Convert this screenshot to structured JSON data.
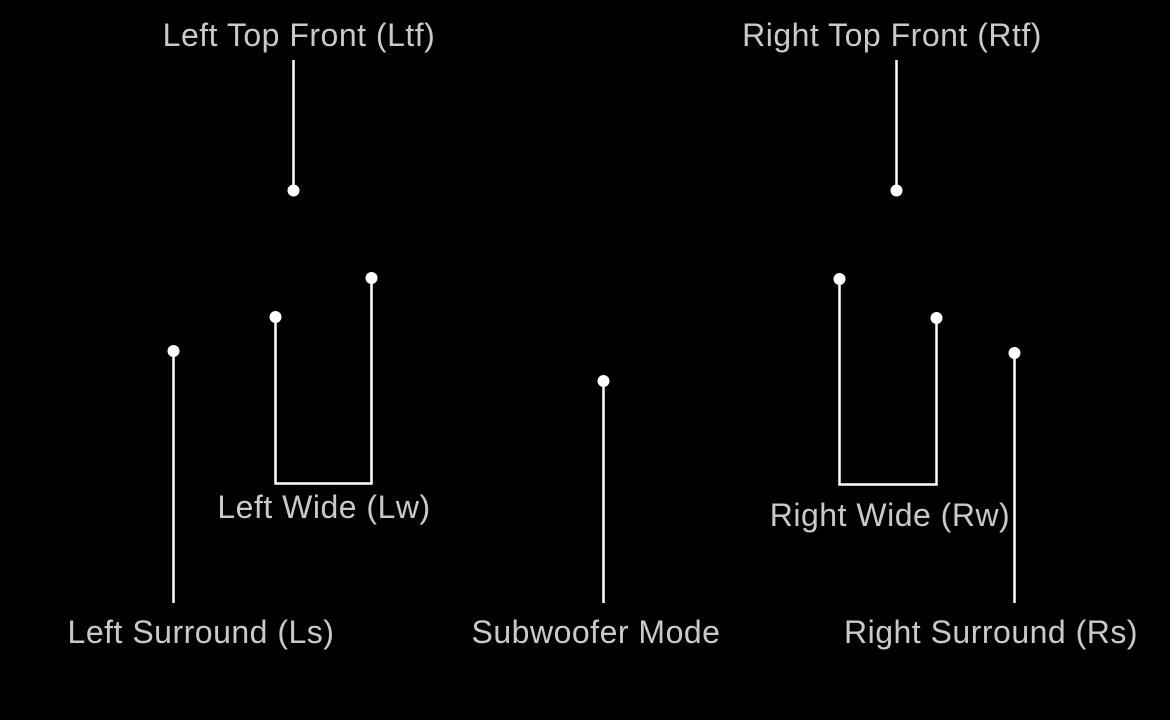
{
  "scene": {
    "description": "Speaker channel callout diagram on black background",
    "background_color": "#000000",
    "line_color": "#ffffff",
    "dot_color": "#ffffff",
    "label_color": "#c9c9c9"
  },
  "callouts": [
    {
      "id": "left-top-front",
      "label": "Left Top Front (Ltf)"
    },
    {
      "id": "right-top-front",
      "label": "Right Top Front (Rtf)"
    },
    {
      "id": "left-wide",
      "label": "Left Wide (Lw)"
    },
    {
      "id": "right-wide",
      "label": "Right Wide (Rw)"
    },
    {
      "id": "left-surround",
      "label": "Left Surround (Ls)"
    },
    {
      "id": "subwoofer-mode",
      "label": "Subwoofer Mode"
    },
    {
      "id": "right-surround",
      "label": "Right Surround (Rs)"
    }
  ]
}
